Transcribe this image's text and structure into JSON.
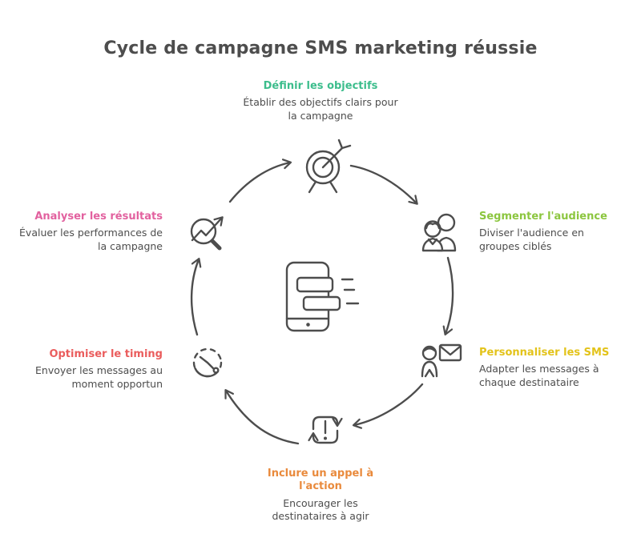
{
  "title": "Cycle de campagne SMS marketing réussie",
  "colors": {
    "text_dark": "#4d4d4d",
    "green": "#3cbd8c",
    "lime": "#8cc63f",
    "yellow": "#e3c31a",
    "orange": "#e98a3c",
    "red": "#ea5c5c",
    "pink": "#e2619f",
    "icon_stroke": "#4d4d4d",
    "background": "#ffffff"
  },
  "steps": [
    {
      "label": "Définir les objectifs",
      "description": "Établir des objectifs clairs pour la campagne",
      "color": "#3cbd8c",
      "icon": "target-icon",
      "position": "top"
    },
    {
      "label": "Segmenter l'audience",
      "description": "Diviser l'audience en groupes ciblés",
      "color": "#8cc63f",
      "icon": "audience-icon",
      "position": "right-top"
    },
    {
      "label": "Personnaliser les SMS",
      "description": "Adapter les messages à chaque destinataire",
      "color": "#e3c31a",
      "icon": "personalized-message-icon",
      "position": "right-bottom"
    },
    {
      "label": "Inclure un appel à l'action",
      "description": "Encourager les destinataires à agir",
      "color": "#e98a3c",
      "icon": "call-to-action-icon",
      "position": "bottom"
    },
    {
      "label": "Optimiser le timing",
      "description": "Envoyer les messages au moment opportun",
      "color": "#ea5c5c",
      "icon": "timing-clock-icon",
      "position": "left-bottom"
    },
    {
      "label": "Analyser les résultats",
      "description": "Évaluer les performances de la campagne",
      "color": "#e2619f",
      "icon": "analytics-icon",
      "position": "left-top"
    }
  ],
  "center_icon": "smartphone-sms-icon"
}
